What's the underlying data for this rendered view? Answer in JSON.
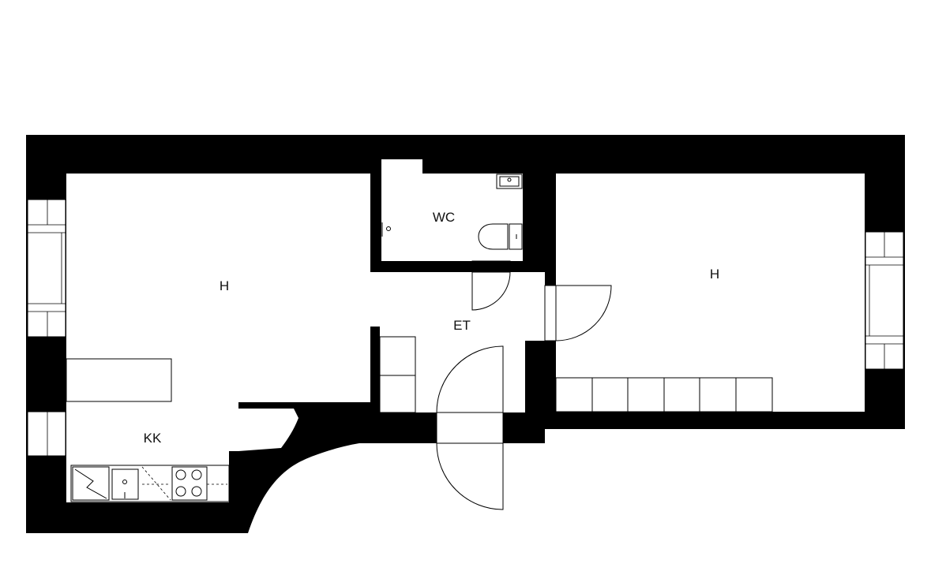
{
  "rooms": {
    "living_left": {
      "label": "H"
    },
    "bedroom_right": {
      "label": "H"
    },
    "wc": {
      "label": "WC"
    },
    "hallway": {
      "label": "ET"
    },
    "kitchen": {
      "label": "KK"
    }
  },
  "colors": {
    "wall": "#000000",
    "floor": "#ffffff",
    "label": "#111111"
  },
  "icons": [
    "sink-icon",
    "toilet-icon",
    "washbasin-icon",
    "stove-icon",
    "fridge-icon",
    "door-swing-icon",
    "window-icon"
  ]
}
